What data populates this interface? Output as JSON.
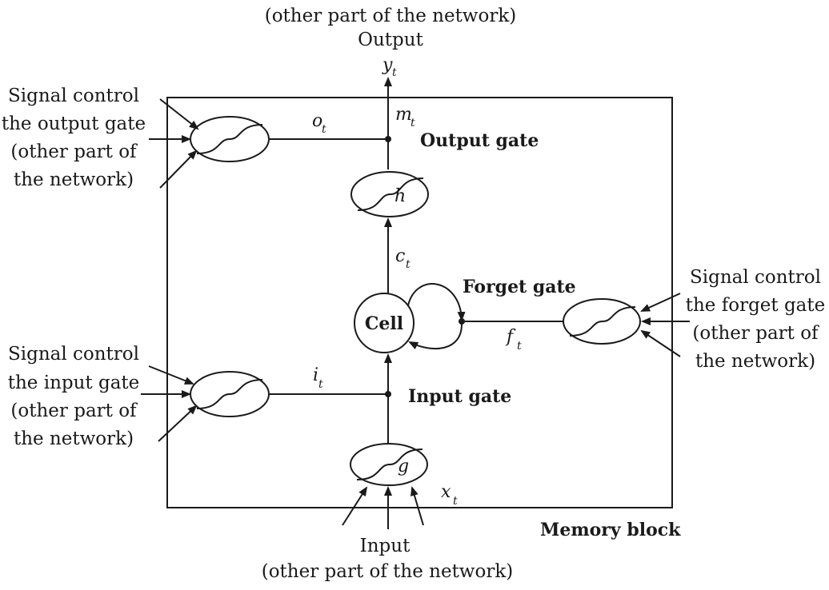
{
  "top": {
    "line1": "(other part of the network)",
    "line2": "Output",
    "var": "y",
    "sub": "t"
  },
  "output_gate_signal": [
    "Signal control",
    "the output gate",
    "(other part of",
    "the network)"
  ],
  "input_gate_signal": [
    "Signal control",
    "the input gate",
    "(other part of",
    "the network)"
  ],
  "forget_gate_signal": [
    "Signal control",
    "the forget gate",
    "(other part of",
    "the network)"
  ],
  "labels": {
    "output_gate": "Output gate",
    "forget_gate": "Forget gate",
    "input_gate": "Input gate",
    "cell": "Cell",
    "memory_block": "Memory block"
  },
  "vars": {
    "o": {
      "v": "o",
      "s": "t"
    },
    "m": {
      "v": "m",
      "s": "t"
    },
    "h": "h",
    "c": {
      "v": "c",
      "s": "t"
    },
    "f": {
      "v": "f",
      "s": "t"
    },
    "i": {
      "v": "i",
      "s": "t"
    },
    "g": "g",
    "x": {
      "v": "x",
      "s": "t"
    }
  },
  "bottom": {
    "line1": "Input",
    "line2": "(other part of the network)"
  }
}
